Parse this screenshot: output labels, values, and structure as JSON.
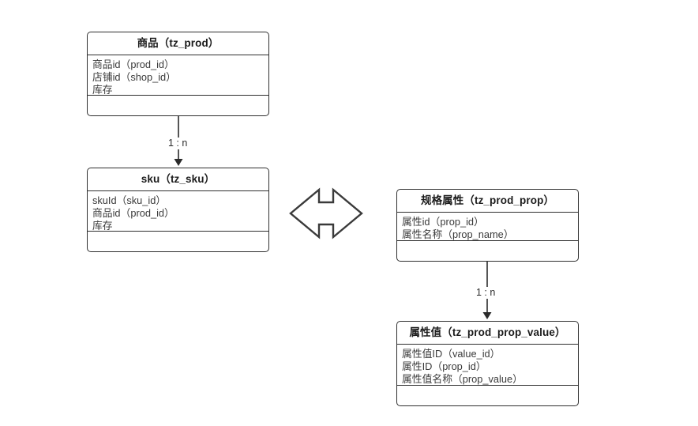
{
  "diagram": {
    "title": "Product SKU and specification attribute ER diagram",
    "background_color": "#ffffff",
    "stroke_color": "#2f2f2f",
    "text_color": "#2b2b2b"
  },
  "entities": [
    {
      "id": "tz_prod",
      "title": "商品（tz_prod）",
      "attributes": [
        "商品id（prod_id）",
        "店铺id（shop_id）",
        "库存"
      ],
      "operations": []
    },
    {
      "id": "tz_sku",
      "title": "sku（tz_sku）",
      "attributes": [
        "skuId（sku_id）",
        "商品id（prod_id）",
        "库存"
      ],
      "operations": []
    },
    {
      "id": "tz_prod_prop",
      "title": "规格属性（tz_prod_prop）",
      "attributes": [
        "属性id（prop_id）",
        "属性名称（prop_name）"
      ],
      "operations": []
    },
    {
      "id": "tz_prod_prop_value",
      "title": "属性值（tz_prod_prop_value）",
      "attributes": [
        "属性值ID（value_id）",
        "属性ID（prop_id）",
        "属性值名称（prop_value）"
      ],
      "operations": []
    }
  ],
  "relations": [
    {
      "id": "prod-to-sku",
      "from": "tz_prod",
      "to": "tz_sku",
      "cardinality": "1 : n",
      "arrow": "filled-triangle-down"
    },
    {
      "id": "prop-to-propvalue",
      "from": "tz_prod_prop",
      "to": "tz_prod_prop_value",
      "cardinality": "1 : n",
      "arrow": "filled-triangle-down"
    },
    {
      "id": "sku-to-prop",
      "from": "tz_sku",
      "to": "tz_prod_prop",
      "cardinality": "",
      "arrow": "hollow-double-headed-horizontal"
    }
  ]
}
